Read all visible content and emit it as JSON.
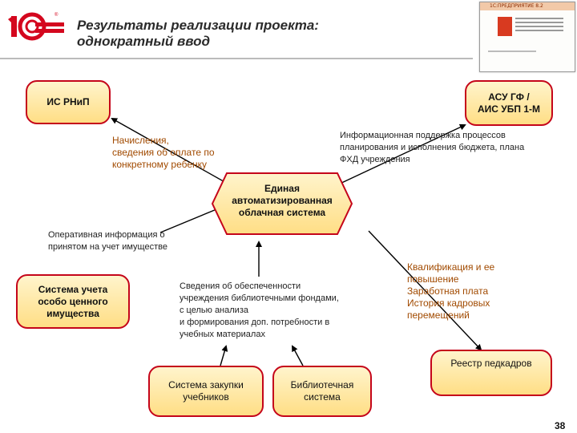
{
  "logo": {
    "text": "1С",
    "brand_color": "#d4071e"
  },
  "header": {
    "title_line1": "Результаты реализации проекта:",
    "title_line2": "однократный ввод"
  },
  "thumbnail": {
    "caption": "1С:ПРЕДПРИЯТИЕ 8.2"
  },
  "diagram": {
    "center": {
      "lines": [
        "Единая",
        "автоматизированная",
        "облачная система"
      ]
    },
    "nodes": {
      "is_rnip": "ИС РНиП",
      "asu_gf_l1": "АСУ ГФ /",
      "asu_gf_l2": "АИС УБП 1-М",
      "system_ucheta_l1": "Система учета",
      "system_ucheta_l2": "особо ценного",
      "system_ucheta_l3": "имущества",
      "zakupki_l1": "Система закупки",
      "zakupki_l2": "учебников",
      "biblio_l1": "Библиотечная",
      "biblio_l2": "система",
      "reestr": "Реестр педкадров"
    },
    "edge_labels": {
      "nachisleniya": [
        "Начисления,",
        "сведения об оплате по",
        "конкретному ребенку"
      ],
      "info_support": [
        "Информационная поддержка процессов",
        "планирования и исполнения бюджета, плана",
        "ФХД учреждения"
      ],
      "operativnaya": [
        "Оперативная информация о",
        "принятом на учет имуществе"
      ],
      "svedeniya": [
        "Сведения об обеспеченности",
        "учреждения библиотечными фондами,",
        "с целью анализа",
        "и формирования доп. потребности в",
        "учебных материалах"
      ],
      "kvalifikaciya": [
        "Квалификация и ее",
        "повышение",
        "Заработная плата",
        "История кадровых",
        "перемещений"
      ]
    },
    "colors": {
      "box_border": "#c5051a",
      "box_fill_top": "#fff4cc",
      "box_fill_bottom": "#ffde85",
      "arrow": "#000000",
      "orange_text": "#a14a00"
    }
  },
  "page_number": "38"
}
